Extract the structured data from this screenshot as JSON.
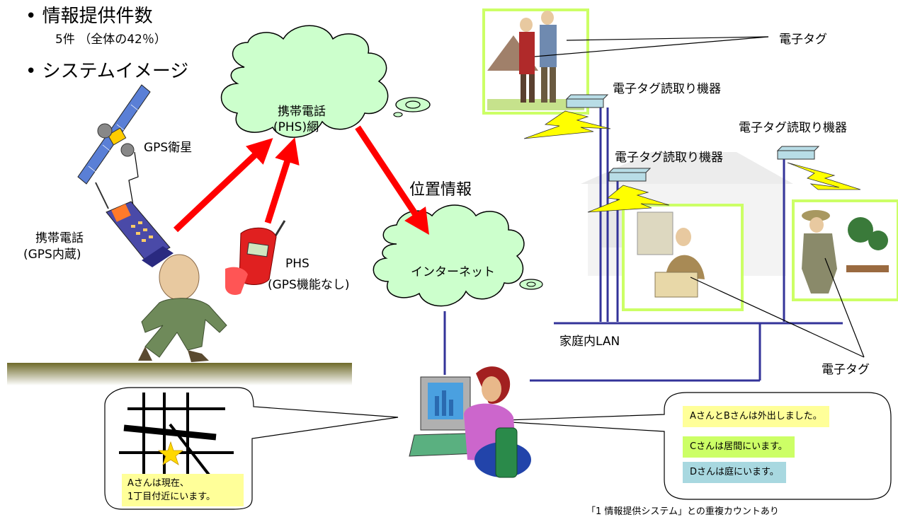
{
  "bullets": {
    "count_heading": "情報提供件数",
    "count_value": "5件 （全体の42％）",
    "image_heading": "システムイメージ"
  },
  "labels": {
    "gps_satellite": "GPS衛星",
    "mobile_phone": "携帯電話",
    "mobile_phone_note": "(GPS内蔵)",
    "phs": "PHS",
    "phs_note": "(GPS機能なし)",
    "cell_network_line1": "携帯電話",
    "cell_network_line2": "(PHS)網",
    "location_info": "位置情報",
    "internet": "インターネット",
    "home_lan": "家庭内LAN",
    "e_tag_top": "電子タグ",
    "e_tag_bottom": "電子タグ",
    "reader_1": "電子タグ読取り機器",
    "reader_2": "電子タグ読取り機器",
    "reader_3": "電子タグ読取り機器"
  },
  "map_bubble": {
    "line1": "Aさんは現在、",
    "line2": "1丁目付近にいます。"
  },
  "status_messages": [
    {
      "text": "AさんとBさんは外出しました。",
      "color": "#ffff99"
    },
    {
      "text": "Cさんは居間にいます。",
      "color": "#ccff66"
    },
    {
      "text": "Dさんは庭にいます。",
      "color": "#a8d8e0"
    }
  ],
  "footnote": "「1 情報提供システム」との重複カウントあり",
  "colors": {
    "arrow": "#ff0000",
    "cloud": "#ccffcc",
    "lan": "#333399",
    "frame": "#ccff66",
    "lightning": "#ffff00"
  }
}
